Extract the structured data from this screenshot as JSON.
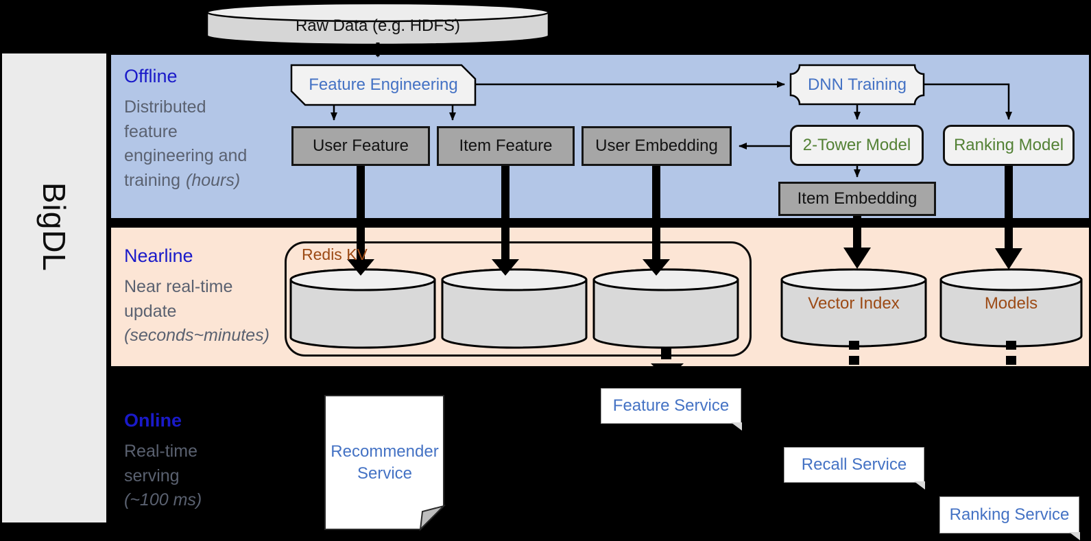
{
  "sidebar": {
    "label": "BigDL"
  },
  "raw_data": {
    "label": "Raw Data (e.g. HDFS)"
  },
  "sections": {
    "offline": {
      "title": "Offline",
      "desc": "Distributed\nfeature\nengineering and\ntraining",
      "desc_note": "(hours)"
    },
    "nearline": {
      "title": "Nearline",
      "desc": "Near real-time\nupdate",
      "desc_note": "(seconds~minutes)"
    },
    "online": {
      "title": "Online",
      "desc": "Real-time\nserving",
      "desc_note": "(~100 ms)"
    }
  },
  "offline_boxes": {
    "feature_engineering": "Feature Engineering",
    "dnn_training": "DNN Training",
    "user_feature": "User Feature",
    "item_feature": "Item Feature",
    "user_embedding": "User Embedding",
    "two_tower_model": "2-Tower Model",
    "ranking_model": "Ranking Model",
    "item_embedding": "Item Embedding"
  },
  "nearline_items": {
    "redis_kv": "Redis KV",
    "vector_index": "Vector Index",
    "models": "Models"
  },
  "services": {
    "recommender": "Recommender Service",
    "feature": "Feature Service",
    "recall": "Recall Service",
    "ranking": "Ranking Service"
  },
  "colors": {
    "band_blue": "#b3c6e7",
    "band_peach": "#fce5d5",
    "sidebar_gray": "#ebebeb",
    "box_gray": "#a6a6a6",
    "box_light": "#f2f2f2",
    "heading_blue": "#1a1ac9",
    "label_blue": "#4472c4",
    "label_green": "#538135",
    "label_brown": "#9c4a15",
    "desc_gray": "#5a6170",
    "cylinder_gray": "#d9d9d9"
  }
}
